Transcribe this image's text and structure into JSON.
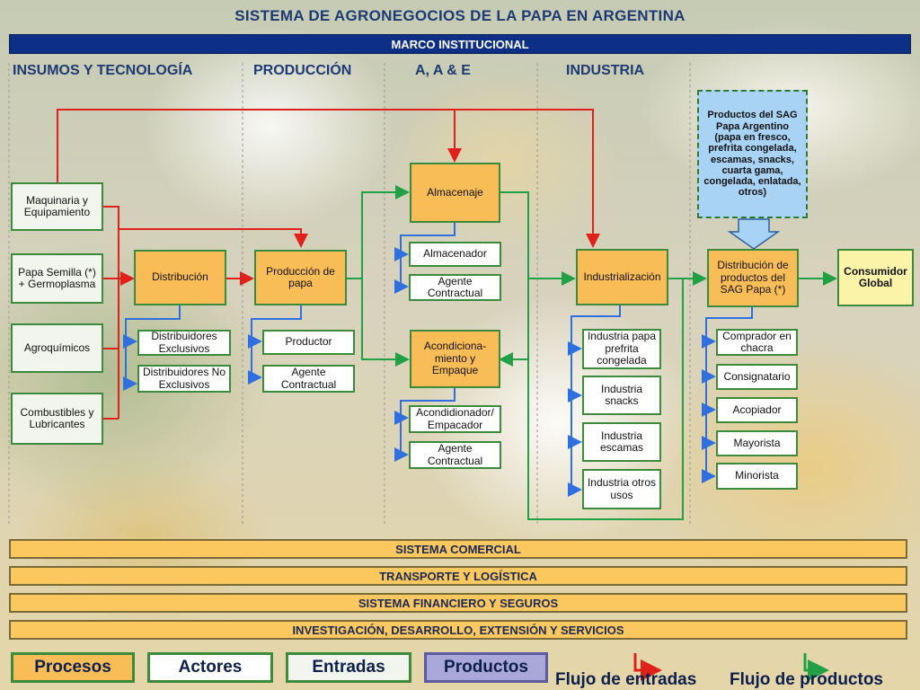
{
  "title": "SISTEMA DE AGRONEGOCIOS DE LA PAPA EN ARGENTINA",
  "marco": "MARCO INSTITUCIONAL",
  "stages": {
    "insumos": "INSUMOS Y TECNOLOGÍA",
    "produccion": "PRODUCCIÓN",
    "aae": "A, A & E",
    "industria": "INDUSTRIA"
  },
  "inputs": {
    "maquinaria": "Maquinaria y Equipamiento",
    "semilla": "Papa Semilla (*) + Germoplasma",
    "agroquimicos": "Agroquímicos",
    "combustibles": "Combustibles y Lubricantes"
  },
  "processes": {
    "distribucion": "Distribución",
    "produccion": "Producción de papa",
    "almacenaje": "Almacenaje",
    "acondicionamiento": "Acondiciona-miento y Empaque",
    "industrializacion": "Industrialización",
    "distribucion_productos": "Distribución de productos del SAG Papa (*)"
  },
  "actors": {
    "dist_exclusivos": "Distribuidores Exclusivos",
    "dist_no_exclusivos": "Distribuidores No Exclusivos",
    "productor": "Productor",
    "agente_contractual_prod": "Agente Contractual",
    "almacenador": "Almacenador",
    "agente_contractual_alm": "Agente Contractual",
    "acondicionador": "Acondidionador/ Empacador",
    "agente_contractual_acond": "Agente Contractual",
    "ind_prefrita": "Industria papa prefrita congelada",
    "ind_snacks": "Industria snacks",
    "ind_escamas": "Industria escamas",
    "ind_otros": "Industria otros usos",
    "comprador": "Comprador en chacra",
    "consignatario": "Consignatario",
    "acopiador": "Acopiador",
    "mayorista": "Mayorista",
    "minorista": "Minorista"
  },
  "products_box": "Productos del SAG Papa Argentino (papa en fresco, prefrita congelada, escamas, snacks, cuarta gama, congelada, enlatada, otros)",
  "consumer": "Consumidor Global",
  "bars": {
    "comercial": "SISTEMA COMERCIAL",
    "transporte": "TRANSPORTE Y LOGÍSTICA",
    "financiero": "SISTEMA FINANCIERO Y SEGUROS",
    "investigacion": "INVESTIGACIÓN, DESARROLLO, EXTENSIÓN Y SERVICIOS"
  },
  "legend": {
    "procesos": "Procesos",
    "actores": "Actores",
    "entradas": "Entradas",
    "productos": "Productos",
    "flujo_entradas": "Flujo de entradas",
    "flujo_productos": "Flujo de productos"
  },
  "colors": {
    "process_fill": "#f9bd57",
    "box_border": "#3c8b3c",
    "input_flow": "#e0201a",
    "product_flow": "#21a045",
    "actor_link": "#2f6fe0",
    "marco_fill": "#0d2f86",
    "title_text": "#1e3a74",
    "product_fill": "#a9d3f5",
    "consumer_fill": "#fbf4a8"
  }
}
